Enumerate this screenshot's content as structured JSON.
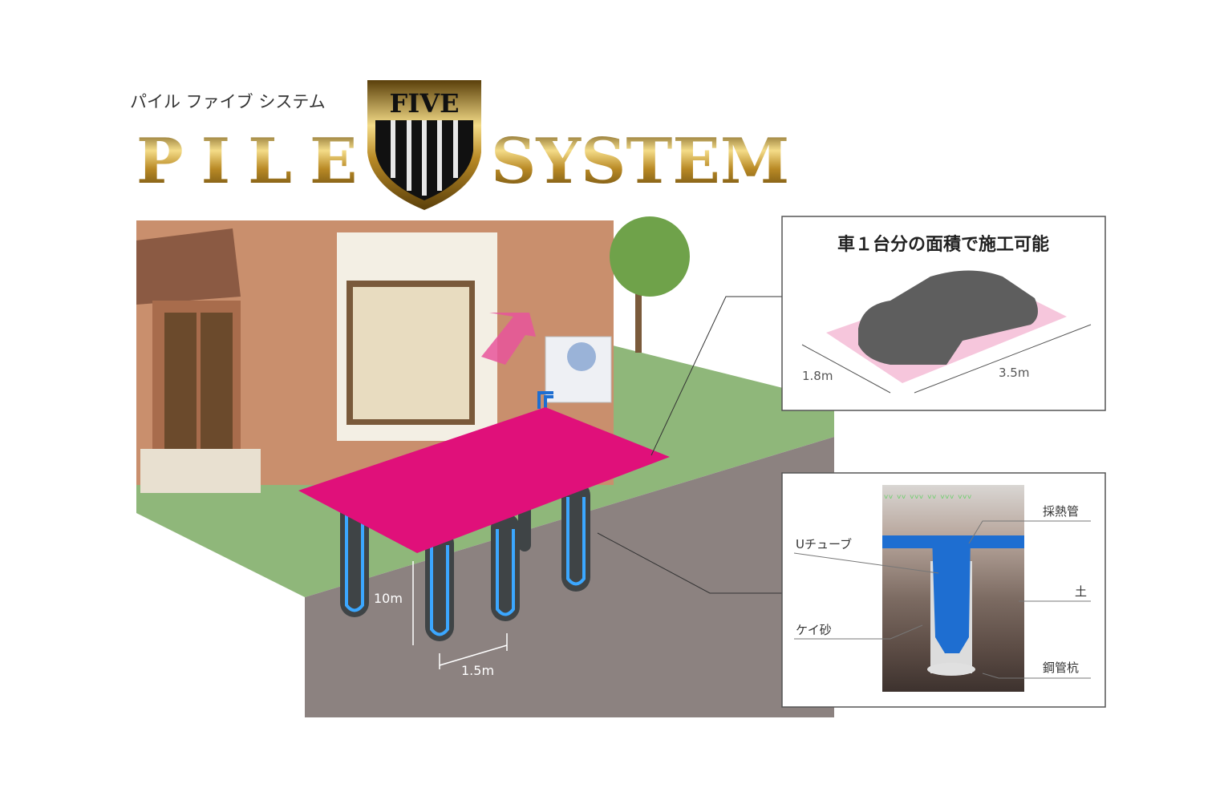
{
  "logo": {
    "kana": "パイル ファイブ システム",
    "word_left": "PILE",
    "badge": "FIVE",
    "word_right": "SYSTEM"
  },
  "diagram": {
    "depth_label": "10m",
    "spacing_label": "1.5m"
  },
  "callout_area": {
    "title": "車１台分の面積で施工可能",
    "width_label": "1.8m",
    "length_label": "3.5m"
  },
  "callout_section": {
    "labels": {
      "heat_pipe": "採熱管",
      "u_tube": "Uチューブ",
      "soil": "土",
      "silica_sand": "ケイ砂",
      "steel_pile": "鋼管杭"
    }
  },
  "colors": {
    "pink": "#e0107a",
    "ground": "#8fb77a",
    "earth": "#8c8280",
    "blue": "#1e6ed1",
    "gold": "#c9a13a"
  }
}
